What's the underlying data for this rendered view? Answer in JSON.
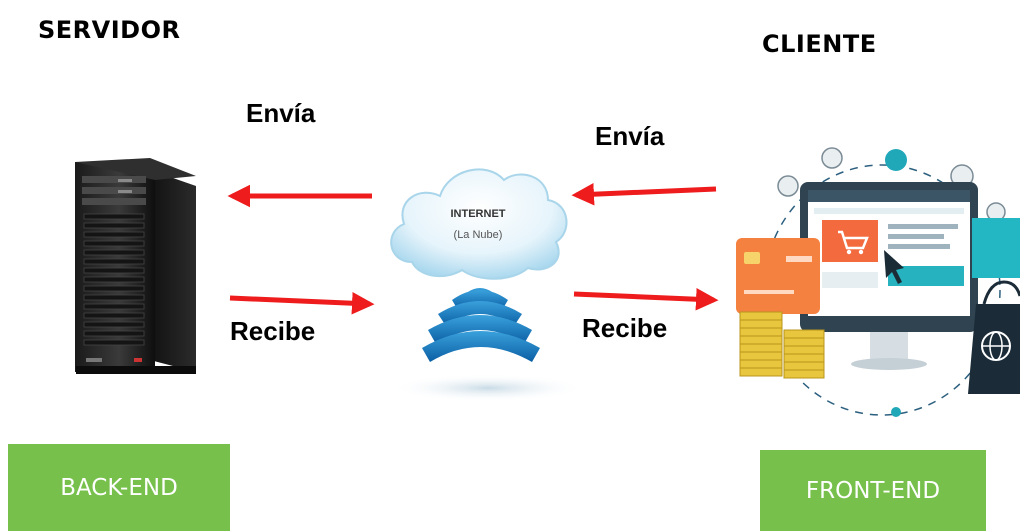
{
  "server_title": "SERVIDOR",
  "client_title": "CLIENTE",
  "left_top_label": "Envía",
  "left_bottom_label": "Recibe",
  "right_top_label": "Envía",
  "right_bottom_label": "Recibe",
  "cloud": {
    "line1": "INTERNET",
    "line2": "(La Nube)"
  },
  "backend_label": "BACK-END",
  "frontend_label": "FRONT-END",
  "colors": {
    "arrow": "#ee1c1c",
    "tag": "#76c04b",
    "tag_text": "#ffffff"
  },
  "icons": [
    "server-tower-icon",
    "cloud-icon",
    "wifi-signal-icon",
    "online-shop-icon"
  ]
}
